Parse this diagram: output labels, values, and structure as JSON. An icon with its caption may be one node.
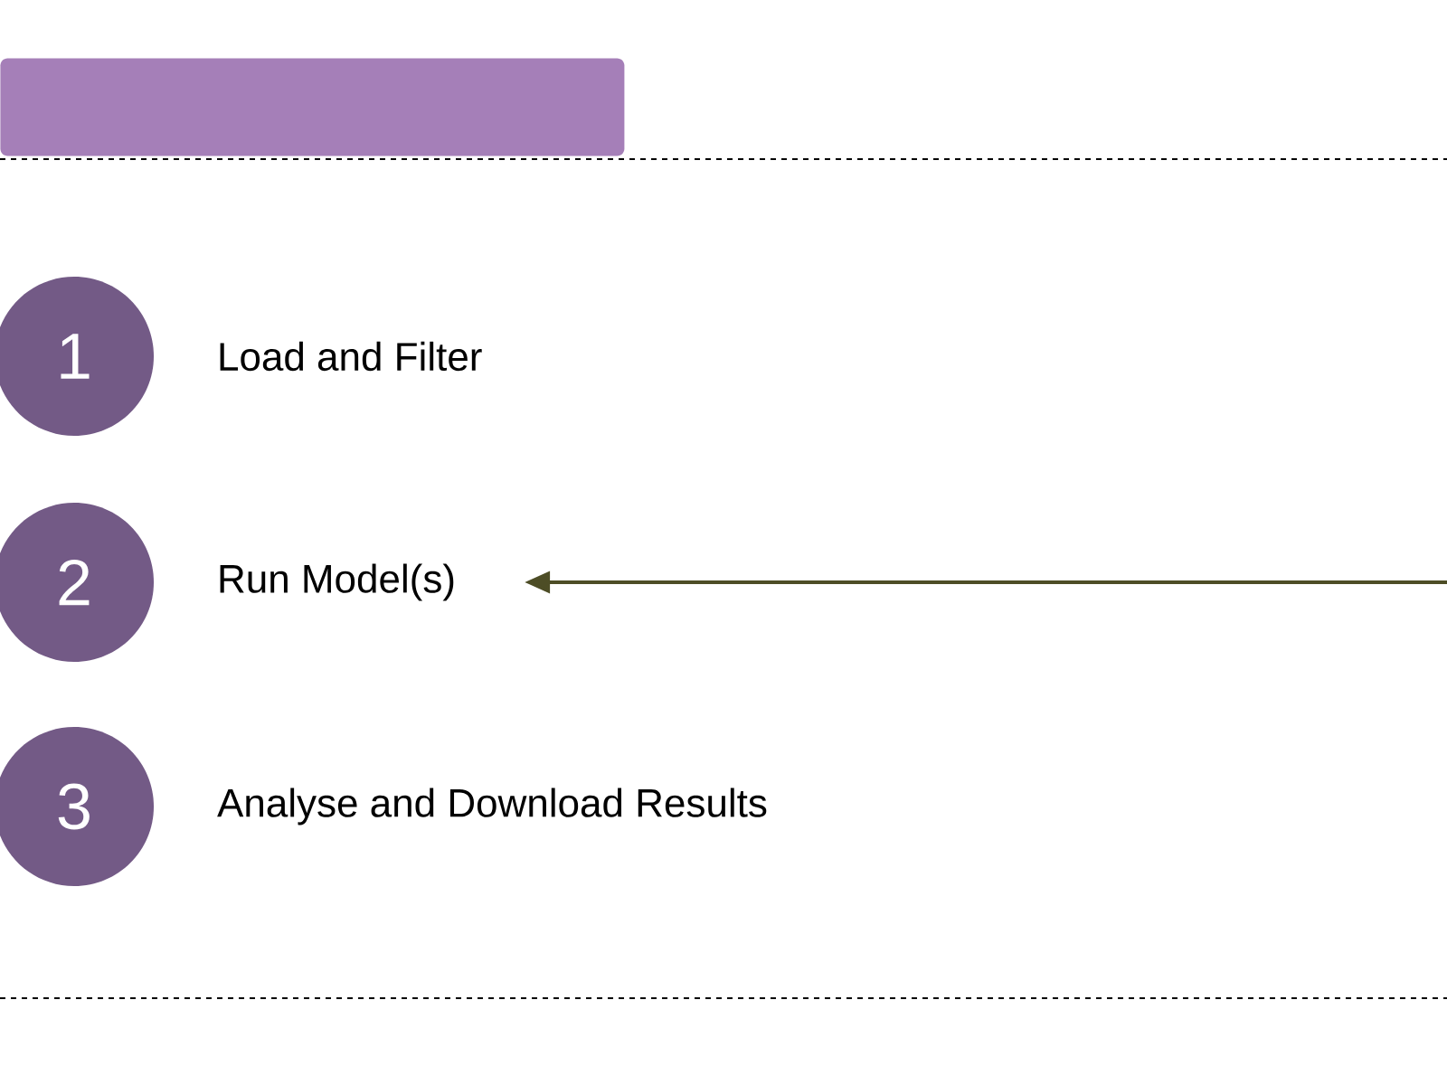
{
  "diagram": {
    "nodes": [
      {
        "text": [],
        "shape": "box"
      },
      {
        "text": [
          "1"
        ]
      },
      {
        "text": [
          "Load and Filter"
        ]
      },
      {
        "text": [
          "2"
        ]
      },
      {
        "text": [
          "Run Model(s)"
        ]
      },
      {
        "text": [
          "3"
        ]
      },
      {
        "text": [
          "Analyse and Download Results"
        ]
      }
    ],
    "edges": [
      {
        "from": null,
        "to": 4,
        "arrow": "to"
      }
    ]
  }
}
